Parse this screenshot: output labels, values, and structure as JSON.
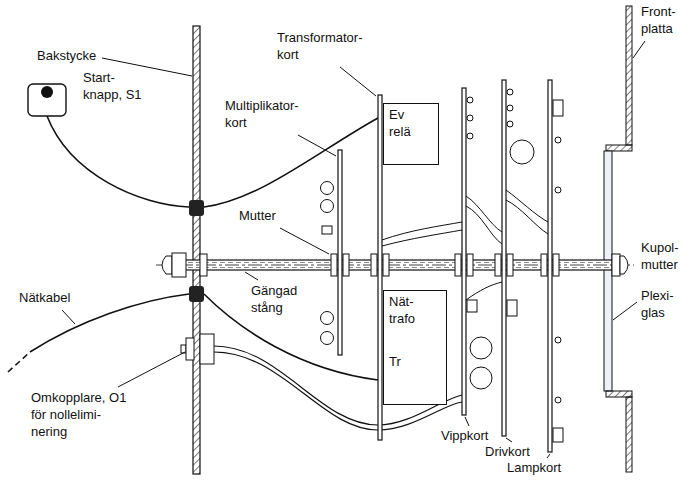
{
  "diagram": {
    "nodes": [
      {
        "text": [
          "Ev relä"
        ]
      },
      {
        "text": [
          "Nät- trafo",
          "Tr"
        ]
      }
    ],
    "labels": [
      "Bakstycke",
      "Front- platta",
      "Transformator- kort",
      "Start- knapp, S1",
      "Multiplikator- kort",
      "Mutter",
      "Kupol- mutter",
      "Gängad stång",
      "Nätkabel",
      "Plexi- glas",
      "Omkopplare, O1 för nollelimi- nering",
      "Vippkort",
      "Drivkort",
      "Lampkort"
    ]
  }
}
